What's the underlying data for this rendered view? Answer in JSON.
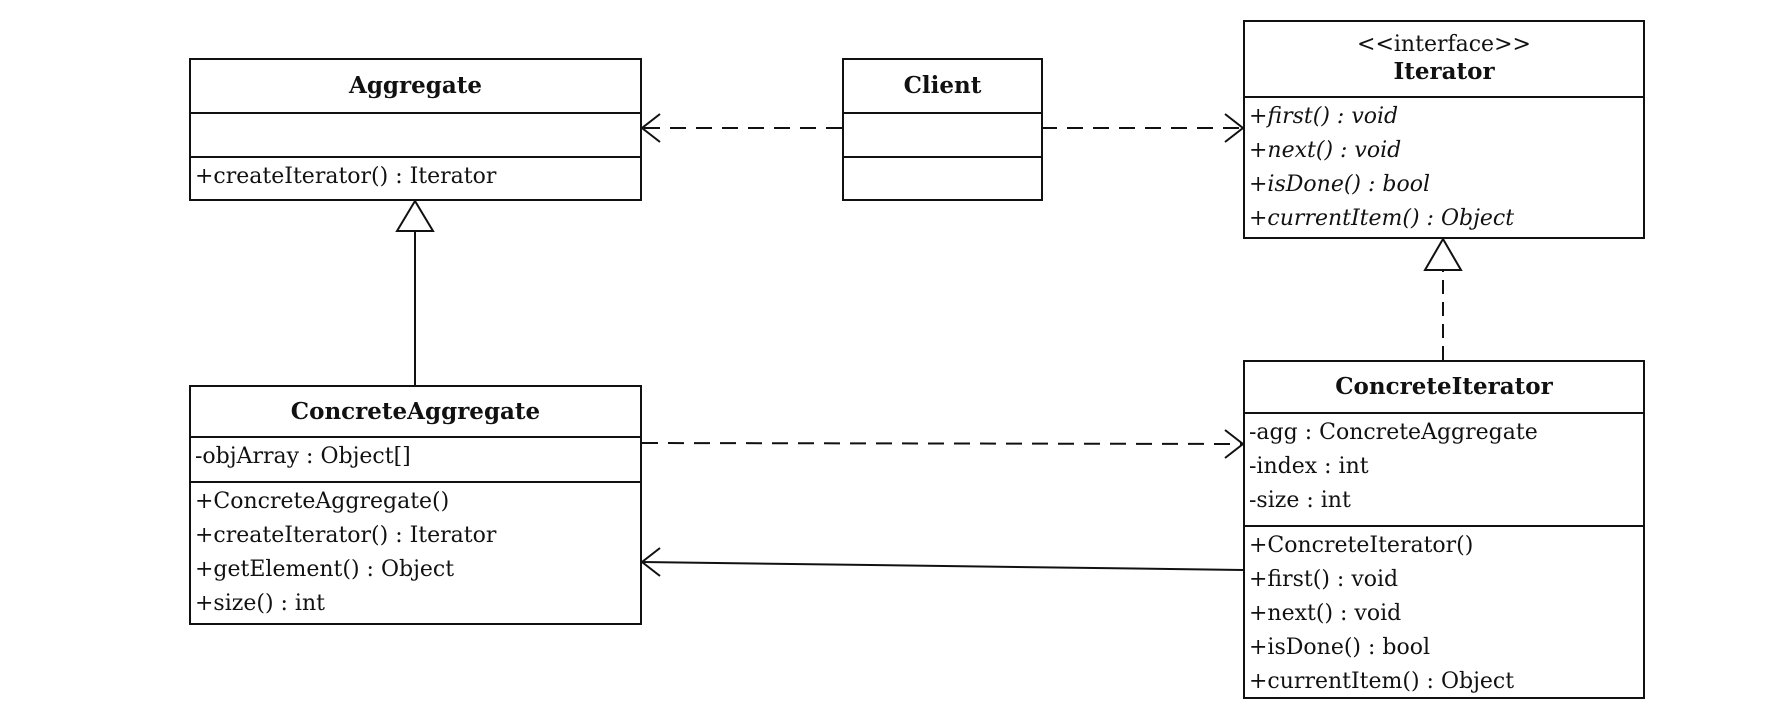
{
  "classes": {
    "aggregate": {
      "name": "Aggregate",
      "operations": [
        "+createIterator() : Iterator"
      ]
    },
    "client": {
      "name": "Client"
    },
    "iterator": {
      "stereotype": "<<interface>>",
      "name": "Iterator",
      "operations": [
        "+first() : void",
        "+next() : void",
        "+isDone() : bool",
        "+currentItem() : Object"
      ]
    },
    "concrete_aggregate": {
      "name": "ConcreteAggregate",
      "attributes": [
        "-objArray : Object[]"
      ],
      "operations": [
        "+ConcreteAggregate()",
        "+createIterator() : Iterator",
        "+getElement() : Object",
        "+size() : int"
      ]
    },
    "concrete_iterator": {
      "name": "ConcreteIterator",
      "attributes": [
        "-agg : ConcreteAggregate",
        "-index : int",
        "-size : int"
      ],
      "operations": [
        "+ConcreteIterator()",
        "+first() : void",
        "+next() : void",
        "+isDone() : bool",
        "+currentItem() : Object"
      ]
    }
  }
}
